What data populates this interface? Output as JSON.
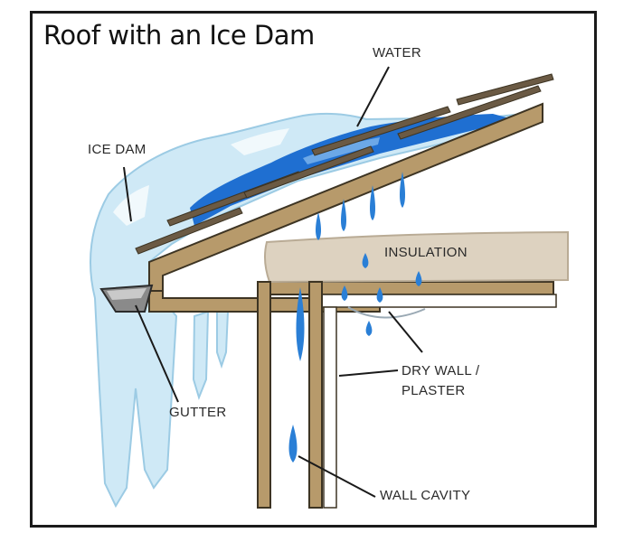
{
  "title": "Roof with an Ice Dam",
  "labels": {
    "water": "WATER",
    "ice_dam": "ICE DAM",
    "insulation": "INSULATION",
    "gutter": "GUTTER",
    "drywall_line1": "DRY WALL /",
    "drywall_line2": "PLASTER",
    "wall_cavity": "WALL CAVITY"
  },
  "colors": {
    "ice": "#cfe9f6",
    "ice_outline": "#9ccbe4",
    "water": "#1f6fd1",
    "wood": "#b79a6b",
    "wood_outline": "#3d3423",
    "shingle": "#6b5a44",
    "insulation": "#ddd2c0",
    "drop": "#2a7fd6",
    "gutter": "#8a8a8a"
  }
}
